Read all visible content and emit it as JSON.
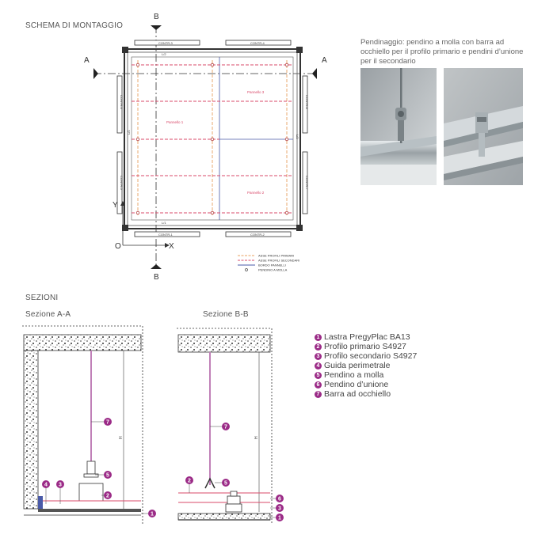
{
  "headings": {
    "schema": "SCHEMA DI MONTAGGIO",
    "sezioni": "SEZIONI",
    "sezione_aa": "Sezione A-A",
    "sezione_bb": "Sezione B-B"
  },
  "caption": "Pendinaggio: pendino a molla con barra ad occhiello per il profilo primario e pendini d’unione per il secondario",
  "plan": {
    "axis_a": "A",
    "axis_b": "B",
    "axis_x": "X",
    "axis_y": "Y",
    "origin": "O",
    "contr_top_1": "CONTR-3",
    "contr_top_2": "CONTR-4",
    "contr_bottom_1": "CONTR-1",
    "contr_bottom_2": "CONTR-2",
    "contr_left_1": "CONTR-6",
    "contr_left_2": "CONTR-5",
    "contr_right_1": "CONTR-8",
    "contr_right_2": "CONTR-7",
    "panel_1": "Pannello 1",
    "panel_2": "Pannello 2",
    "panel_3": "Pannello 3",
    "dim_top": "L/2",
    "dim_bottom": "L/1",
    "dim_left": "L/1",
    "dim_right": "L/2"
  },
  "plan_legend": [
    {
      "label": "ASSE PROFILI PRIMARI",
      "color": "#e8a060",
      "style": "dash"
    },
    {
      "label": "ASSE PROFILI SECONDARI",
      "color": "#d94a6a",
      "style": "dash"
    },
    {
      "label": "BORDO PANNELLI",
      "color": "#4a5aa8",
      "style": "solid"
    },
    {
      "label": "PENDINO A MOLLA",
      "color": "#444444",
      "style": "dot"
    }
  ],
  "legend": [
    {
      "num": "1",
      "label": "Lastra PregyPlac BA13"
    },
    {
      "num": "2",
      "label": "Profilo primario S4927"
    },
    {
      "num": "3",
      "label": "Profilo secondario S4927"
    },
    {
      "num": "4",
      "label": "Guida perimetrale"
    },
    {
      "num": "5",
      "label": "Pendino a molla"
    },
    {
      "num": "6",
      "label": "Pendino d’unione"
    },
    {
      "num": "7",
      "label": "Barra ad occhiello"
    }
  ],
  "section_aa": {
    "callouts": [
      "7",
      "5",
      "2",
      "4",
      "3",
      "1"
    ],
    "dim": "H"
  },
  "section_bb": {
    "callouts": [
      "7",
      "5",
      "2",
      "6",
      "3",
      "1"
    ],
    "dim": "H"
  },
  "colors": {
    "accent": "#9b2b87",
    "primary_axis": "#e8a060",
    "secondary_axis": "#d94a6a",
    "panel_edge": "#4a5aa8",
    "hanger": "#c080b8"
  }
}
